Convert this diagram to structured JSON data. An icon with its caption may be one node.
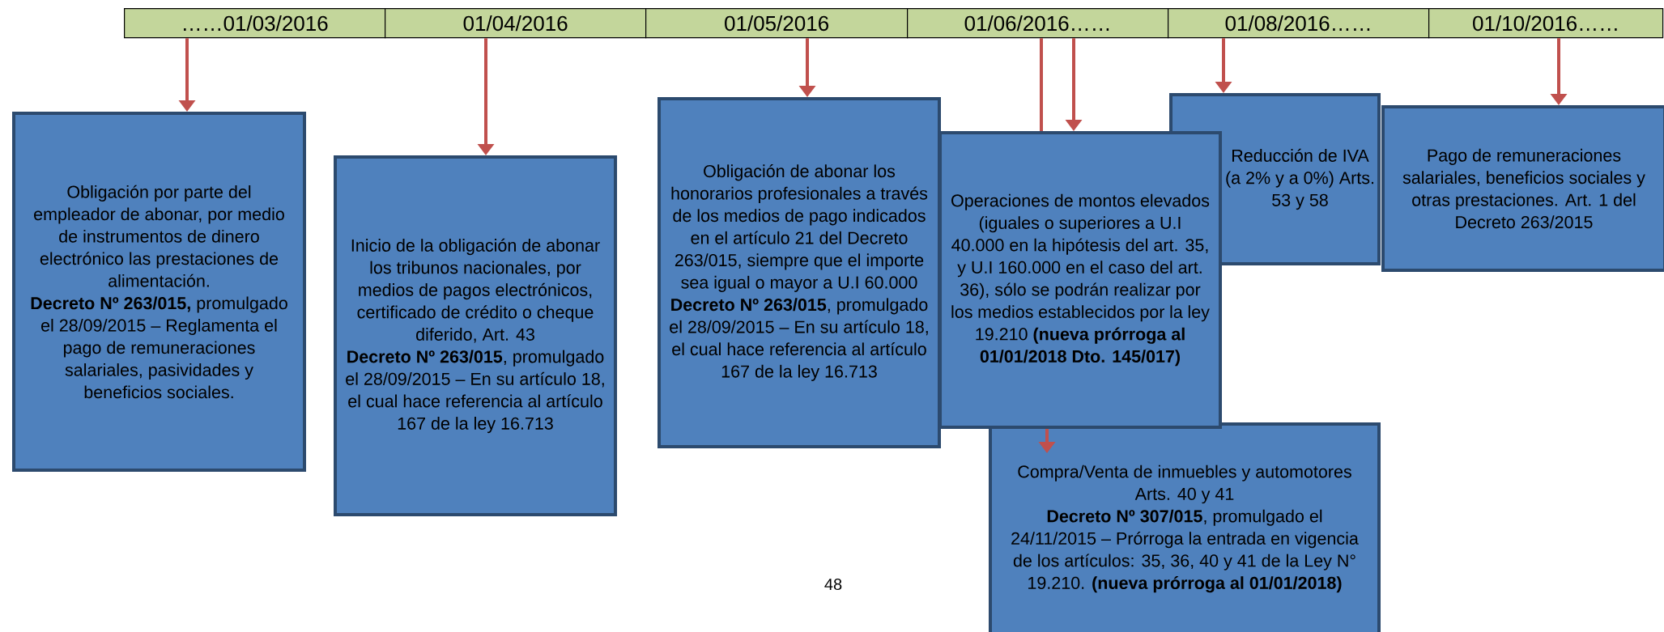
{
  "diagram": {
    "nodes": [
      {
        "text": [
          "……01/03/2016"
        ]
      },
      {
        "text": [
          "01/04/2016"
        ]
      },
      {
        "text": [
          "01/05/2016"
        ]
      },
      {
        "text": [
          "01/06/2016……"
        ]
      },
      {
        "text": [
          "01/08/2016……"
        ]
      },
      {
        "text": [
          "01/10/2016……"
        ]
      },
      {
        "text": [
          "Obligación por parte del empleador de abonar, por medio de instrumentos de dinero electrónico las prestaciones de alimentación.",
          "**Decreto Nº 263/015,** promulgado el 28/09/2015 – Reglamenta el pago de remuneraciones salariales, pasividades y beneficios sociales."
        ]
      },
      {
        "text": [
          "Inicio de la obligación de abonar los tribunos nacionales, por medios de pagos electrónicos, certificado de crédito o cheque diferido, Art. 43",
          "**Decreto Nº 263/015**, promulgado el 28/09/2015 – En su artículo 18, el cual hace referencia al artículo 167 de la ley 16.713"
        ]
      },
      {
        "text": [
          "Obligación de abonar los honorarios profesionales a través de los medios de pago indicados en el artículo 21 del Decreto 263/015, siempre que el importe sea igual o mayor a U.I 60.000",
          "**Decreto Nº 263/015**, promulgado el 28/09/2015 – En su artículo 18, el cual hace referencia al artículo 167 de la ley 16.713"
        ]
      },
      {
        "text": [
          "Operaciones de montos elevados (iguales o superiores a U.I 40.000 en la hipótesis del art. 35, y U.I 160.000 en el caso del art. 36), sólo se podrán realizar por los medios establecidos por la ley 19.210 **(nueva prórroga al 01/01/2018 Dto. 145/017)**"
        ]
      },
      {
        "text": [
          "Reducción de IVA (a 2% y a 0%) Arts. 53 y 58"
        ]
      },
      {
        "text": [
          "Pago de remuneraciones salariales, beneficios sociales y otras prestaciones. Art. 1 del Decreto 263/2015"
        ]
      },
      {
        "text": [
          "Compra/Venta de inmuebles y automotores Arts. 40 y 41",
          "**Decreto Nº 307/015**, promulgado el 24/11/2015 – Prórroga la entrada en vigencia de los artículos: 35, 36, 40 y 41 de la Ley N° 19.210. **(nueva prórroga al 01/01/2018)**"
        ]
      }
    ],
    "edges": [
      {
        "from": 0,
        "to": 6,
        "arrow": "to"
      },
      {
        "from": 1,
        "to": 7,
        "arrow": "to"
      },
      {
        "from": 2,
        "to": 8,
        "arrow": "to"
      },
      {
        "from": 3,
        "to": 9,
        "arrow": "none"
      },
      {
        "from": 3,
        "to": 9,
        "arrow": "to"
      },
      {
        "from": 4,
        "to": 10,
        "arrow": "to"
      },
      {
        "from": 5,
        "to": 11,
        "arrow": "to"
      },
      {
        "from": 9,
        "to": 12,
        "arrow": "to"
      }
    ],
    "labels": [
      "48"
    ]
  }
}
